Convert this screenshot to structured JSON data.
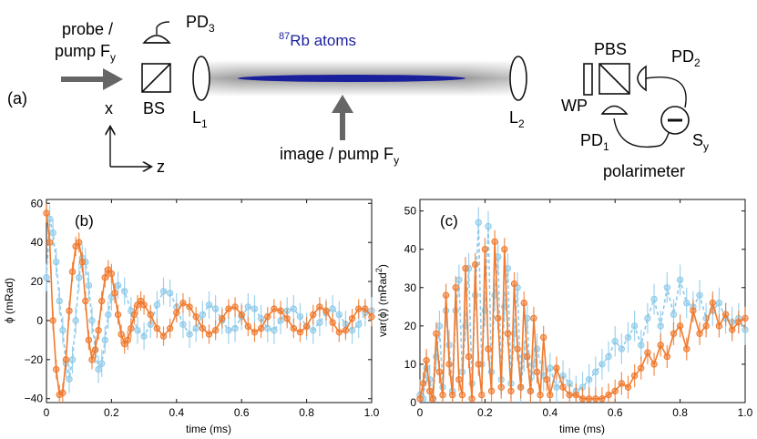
{
  "schematic": {
    "panel_label": "(a)",
    "probe_label_line1": "probe /",
    "probe_label_line2": "pump F",
    "probe_label_sub": "y",
    "pd3_label": "PD",
    "pd3_sub": "3",
    "bs_label": "BS",
    "atoms_sup": "87",
    "atoms_label": "Rb atoms",
    "lens1_label": "L",
    "lens1_sub": "1",
    "lens2_label": "L",
    "lens2_sub": "2",
    "image_label": "image / pump F",
    "image_sub": "y",
    "axis_x": "x",
    "axis_z": "z",
    "pbs_label": "PBS",
    "pd2_label": "PD",
    "pd2_sub": "2",
    "wp_label": "WP",
    "pd1_label": "PD",
    "pd1_sub": "1",
    "sy_label": "S",
    "sy_sub": "y",
    "polarimeter_label": "polarimeter",
    "colors": {
      "atoms": "#1a1f9c",
      "beam": "#9a9a9a",
      "arrow": "#666666"
    }
  },
  "chart_data": [
    {
      "type": "line",
      "panel_label": "(b)",
      "xlabel": "time (ms)",
      "ylabel": "ϕ (mRad)",
      "xlim": [
        0,
        1.0
      ],
      "ylim": [
        -42,
        62
      ],
      "xticks": [
        "0",
        "0.2",
        "0.4",
        "0.6",
        "0.8",
        "1.0"
      ],
      "yticks": [
        "−40",
        "−20",
        "0",
        "20",
        "40",
        "60"
      ],
      "ytick_values": [
        -40,
        -20,
        0,
        20,
        40,
        60
      ],
      "xtick_values": [
        0,
        0.2,
        0.4,
        0.6,
        0.8,
        1.0
      ],
      "series": [
        {
          "color": "#f07a2e",
          "style": "solid",
          "x": [
            0.0,
            0.01,
            0.02,
            0.03,
            0.04,
            0.05,
            0.06,
            0.07,
            0.08,
            0.09,
            0.1,
            0.11,
            0.12,
            0.13,
            0.14,
            0.15,
            0.16,
            0.17,
            0.18,
            0.19,
            0.2,
            0.21,
            0.22,
            0.23,
            0.24,
            0.25,
            0.26,
            0.27,
            0.28,
            0.29,
            0.3,
            0.32,
            0.34,
            0.36,
            0.38,
            0.4,
            0.42,
            0.44,
            0.46,
            0.48,
            0.5,
            0.52,
            0.54,
            0.56,
            0.58,
            0.6,
            0.62,
            0.64,
            0.66,
            0.68,
            0.7,
            0.72,
            0.74,
            0.76,
            0.78,
            0.8,
            0.82,
            0.84,
            0.86,
            0.88,
            0.9,
            0.92,
            0.94,
            0.96,
            0.98,
            1.0
          ],
          "values": [
            55,
            40,
            0,
            -25,
            -38,
            -37,
            -20,
            5,
            25,
            38,
            40,
            30,
            10,
            -10,
            -20,
            -15,
            -5,
            10,
            22,
            26,
            24,
            14,
            3,
            -7,
            -12,
            -10,
            -4,
            3,
            8,
            10,
            8,
            3,
            -4,
            -8,
            -4,
            4,
            9,
            7,
            2,
            -4,
            -7,
            -5,
            1,
            6,
            7,
            3,
            -3,
            -6,
            -4,
            2,
            6,
            5,
            1,
            -4,
            -6,
            -3,
            3,
            7,
            5,
            -1,
            -6,
            -5,
            1,
            6,
            6,
            2
          ],
          "err": 5
        },
        {
          "color": "#8ecbea",
          "style": "dashed",
          "x": [
            0.0,
            0.01,
            0.02,
            0.03,
            0.04,
            0.05,
            0.06,
            0.07,
            0.08,
            0.09,
            0.1,
            0.11,
            0.12,
            0.13,
            0.14,
            0.15,
            0.16,
            0.17,
            0.18,
            0.19,
            0.2,
            0.22,
            0.24,
            0.26,
            0.28,
            0.3,
            0.32,
            0.34,
            0.36,
            0.38,
            0.4,
            0.42,
            0.44,
            0.46,
            0.48,
            0.5,
            0.52,
            0.54,
            0.56,
            0.58,
            0.6,
            0.62,
            0.64,
            0.66,
            0.68,
            0.7,
            0.72,
            0.74,
            0.76,
            0.78,
            0.8,
            0.82,
            0.84,
            0.86,
            0.88,
            0.9,
            0.92,
            0.94,
            0.96,
            0.98,
            1.0
          ],
          "values": [
            22,
            52,
            45,
            30,
            10,
            -5,
            -22,
            -30,
            -20,
            0,
            22,
            32,
            30,
            18,
            0,
            -15,
            -25,
            -22,
            -10,
            3,
            12,
            18,
            15,
            5,
            -5,
            -8,
            -2,
            8,
            15,
            14,
            7,
            -2,
            -7,
            -4,
            3,
            8,
            6,
            0,
            -5,
            -4,
            2,
            7,
            6,
            1,
            -4,
            -5,
            0,
            5,
            6,
            2,
            -3,
            -5,
            -1,
            4,
            6,
            3,
            -2,
            -5,
            -2,
            4,
            5
          ],
          "err": 7
        }
      ]
    },
    {
      "type": "line",
      "panel_label": "(c)",
      "xlabel": "time (ms)",
      "ylabel": "var(ϕ) (mRad",
      "ylabel_sup": "2",
      "ylabel_end": ")",
      "xlim": [
        0,
        1.0
      ],
      "ylim": [
        0,
        53
      ],
      "xticks": [
        "0",
        "0.2",
        "0.4",
        "0.6",
        "0.8",
        "1.0"
      ],
      "yticks": [
        "0",
        "10",
        "20",
        "30",
        "40",
        "50"
      ],
      "ytick_values": [
        0,
        10,
        20,
        30,
        40,
        50
      ],
      "xtick_values": [
        0,
        0.2,
        0.4,
        0.6,
        0.8,
        1.0
      ],
      "series": [
        {
          "color": "#f07a2e",
          "style": "solid",
          "x": [
            0.0,
            0.01,
            0.02,
            0.03,
            0.04,
            0.05,
            0.06,
            0.07,
            0.08,
            0.09,
            0.1,
            0.11,
            0.12,
            0.13,
            0.14,
            0.15,
            0.16,
            0.17,
            0.18,
            0.19,
            0.2,
            0.21,
            0.22,
            0.23,
            0.24,
            0.25,
            0.26,
            0.27,
            0.28,
            0.29,
            0.3,
            0.31,
            0.32,
            0.33,
            0.34,
            0.35,
            0.36,
            0.37,
            0.38,
            0.39,
            0.4,
            0.42,
            0.44,
            0.46,
            0.48,
            0.5,
            0.52,
            0.54,
            0.56,
            0.58,
            0.6,
            0.62,
            0.64,
            0.66,
            0.68,
            0.7,
            0.72,
            0.74,
            0.76,
            0.78,
            0.8,
            0.82,
            0.84,
            0.86,
            0.88,
            0.9,
            0.92,
            0.94,
            0.96,
            0.98,
            1.0
          ],
          "values": [
            1,
            5,
            11,
            3,
            1,
            18,
            8,
            2,
            28,
            10,
            2,
            30,
            6,
            2,
            35,
            12,
            1,
            36,
            10,
            2,
            40,
            14,
            3,
            42,
            22,
            4,
            40,
            18,
            3,
            31,
            14,
            4,
            26,
            12,
            3,
            22,
            8,
            2,
            17,
            6,
            2,
            9,
            4,
            2,
            2,
            1,
            1,
            1,
            1,
            2,
            3,
            5,
            4,
            7,
            9,
            13,
            10,
            15,
            12,
            18,
            20,
            14,
            24,
            18,
            20,
            26,
            20,
            23,
            19,
            21,
            22
          ],
          "err": 3
        },
        {
          "color": "#8ecbea",
          "style": "dashed",
          "x": [
            0.0,
            0.01,
            0.02,
            0.03,
            0.04,
            0.05,
            0.06,
            0.07,
            0.08,
            0.09,
            0.1,
            0.11,
            0.12,
            0.13,
            0.14,
            0.15,
            0.16,
            0.17,
            0.18,
            0.19,
            0.2,
            0.21,
            0.22,
            0.23,
            0.24,
            0.25,
            0.26,
            0.27,
            0.28,
            0.29,
            0.3,
            0.31,
            0.32,
            0.33,
            0.34,
            0.35,
            0.36,
            0.38,
            0.4,
            0.42,
            0.44,
            0.46,
            0.48,
            0.5,
            0.52,
            0.54,
            0.56,
            0.58,
            0.6,
            0.62,
            0.64,
            0.66,
            0.68,
            0.7,
            0.72,
            0.74,
            0.76,
            0.78,
            0.8,
            0.82,
            0.84,
            0.86,
            0.88,
            0.9,
            0.92,
            0.94,
            0.96,
            0.98,
            1.0
          ],
          "values": [
            2,
            1,
            9,
            6,
            1,
            12,
            20,
            4,
            24,
            15,
            3,
            24,
            32,
            8,
            20,
            35,
            5,
            28,
            47,
            10,
            24,
            46,
            8,
            28,
            38,
            6,
            25,
            35,
            5,
            18,
            30,
            4,
            12,
            22,
            3,
            10,
            14,
            7,
            9,
            4,
            7,
            5,
            3,
            4,
            6,
            8,
            10,
            12,
            16,
            14,
            17,
            20,
            15,
            22,
            27,
            20,
            30,
            23,
            32,
            26,
            25,
            28,
            22,
            24,
            26,
            22,
            21,
            22,
            19
          ],
          "err": 4
        }
      ]
    }
  ]
}
